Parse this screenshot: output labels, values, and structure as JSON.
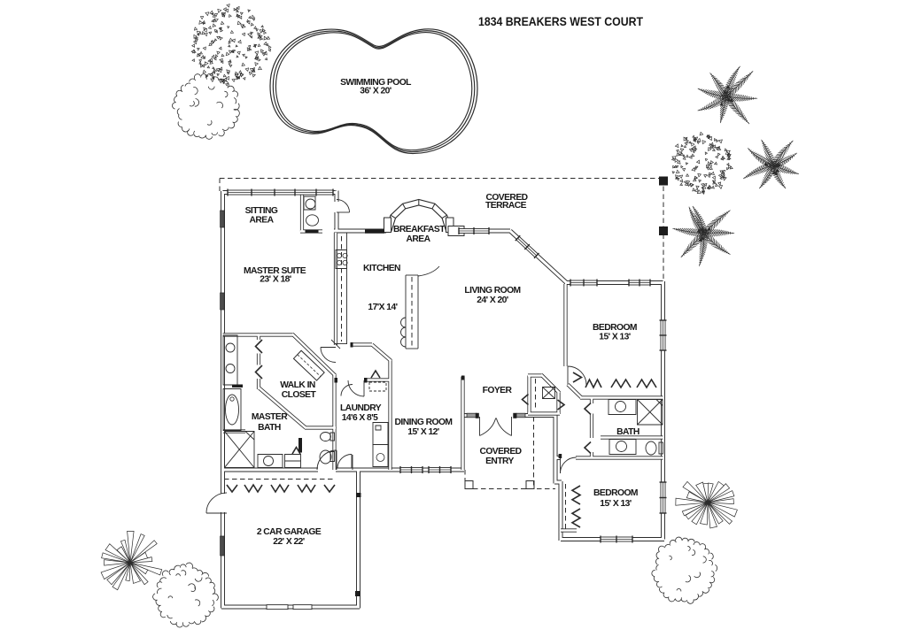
{
  "title": "1834 BREAKERS WEST COURT",
  "pool": {
    "name": "SWIMMING POOL",
    "size": "36' X 20'"
  },
  "rooms": {
    "sitting_area": {
      "line1": "SITTING",
      "line2": "AREA"
    },
    "master_suite": {
      "name": "MASTER SUITE",
      "size": "23' X 18'"
    },
    "kitchen": {
      "name": "KITCHEN",
      "size": "17'X 14'"
    },
    "breakfast_area": {
      "line1": "BREAKFAST",
      "line2": "AREA"
    },
    "covered_terrace": {
      "line1": "COVERED",
      "line2": "TERRACE"
    },
    "living_room": {
      "name": "LIVING ROOM",
      "size": "24' X 20'"
    },
    "bedroom_upper": {
      "name": "BEDROOM",
      "size": "15' X 13'"
    },
    "walk_in_closet": {
      "line1": "WALK IN",
      "line2": "CLOSET"
    },
    "master_bath": {
      "line1": "MASTER",
      "line2": "BATH"
    },
    "laundry": {
      "name": "LAUNDRY",
      "size": "14'6 X 8'5"
    },
    "dining_room": {
      "name": "DINING ROOM",
      "size": "15' X 12'"
    },
    "foyer": {
      "name": "FOYER"
    },
    "covered_entry": {
      "line1": "COVERED",
      "line2": "ENTRY"
    },
    "bath": {
      "name": "BATH"
    },
    "bedroom_lower": {
      "name": "BEDROOM",
      "size": "15' X 13'"
    },
    "garage": {
      "name": "2 CAR GARAGE",
      "size": "22' X 22'"
    }
  },
  "colors": {
    "line": "#2b2b2b",
    "text": "#161616",
    "window_dark": "#4d4d4d",
    "background": "#ffffff"
  }
}
